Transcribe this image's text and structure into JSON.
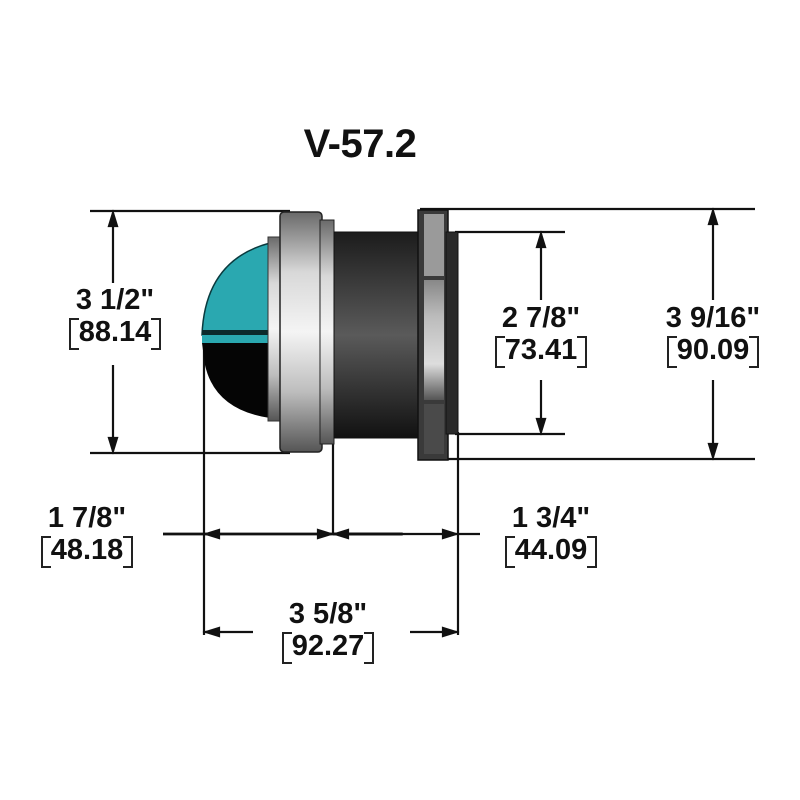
{
  "title": "V-57.2",
  "colors": {
    "lens_teal": "#2aa8b0",
    "lens_dark": "#050505",
    "bezel_silver": "#c8c8c8",
    "body_dark": "#3a3a3a",
    "line": "#111111"
  },
  "dimensions": {
    "lens_height": {
      "imperial": "3 1/2\"",
      "metric": "88.14"
    },
    "body_height": {
      "imperial": "2 7/8\"",
      "metric": "73.41"
    },
    "flange_height": {
      "imperial": "3 9/16\"",
      "metric": "90.09"
    },
    "front_depth": {
      "imperial": "1 7/8\"",
      "metric": "48.18"
    },
    "rear_depth": {
      "imperial": "1 3/4\"",
      "metric": "44.09"
    },
    "overall_depth": {
      "imperial": "3 5/8\"",
      "metric": "92.27"
    }
  }
}
